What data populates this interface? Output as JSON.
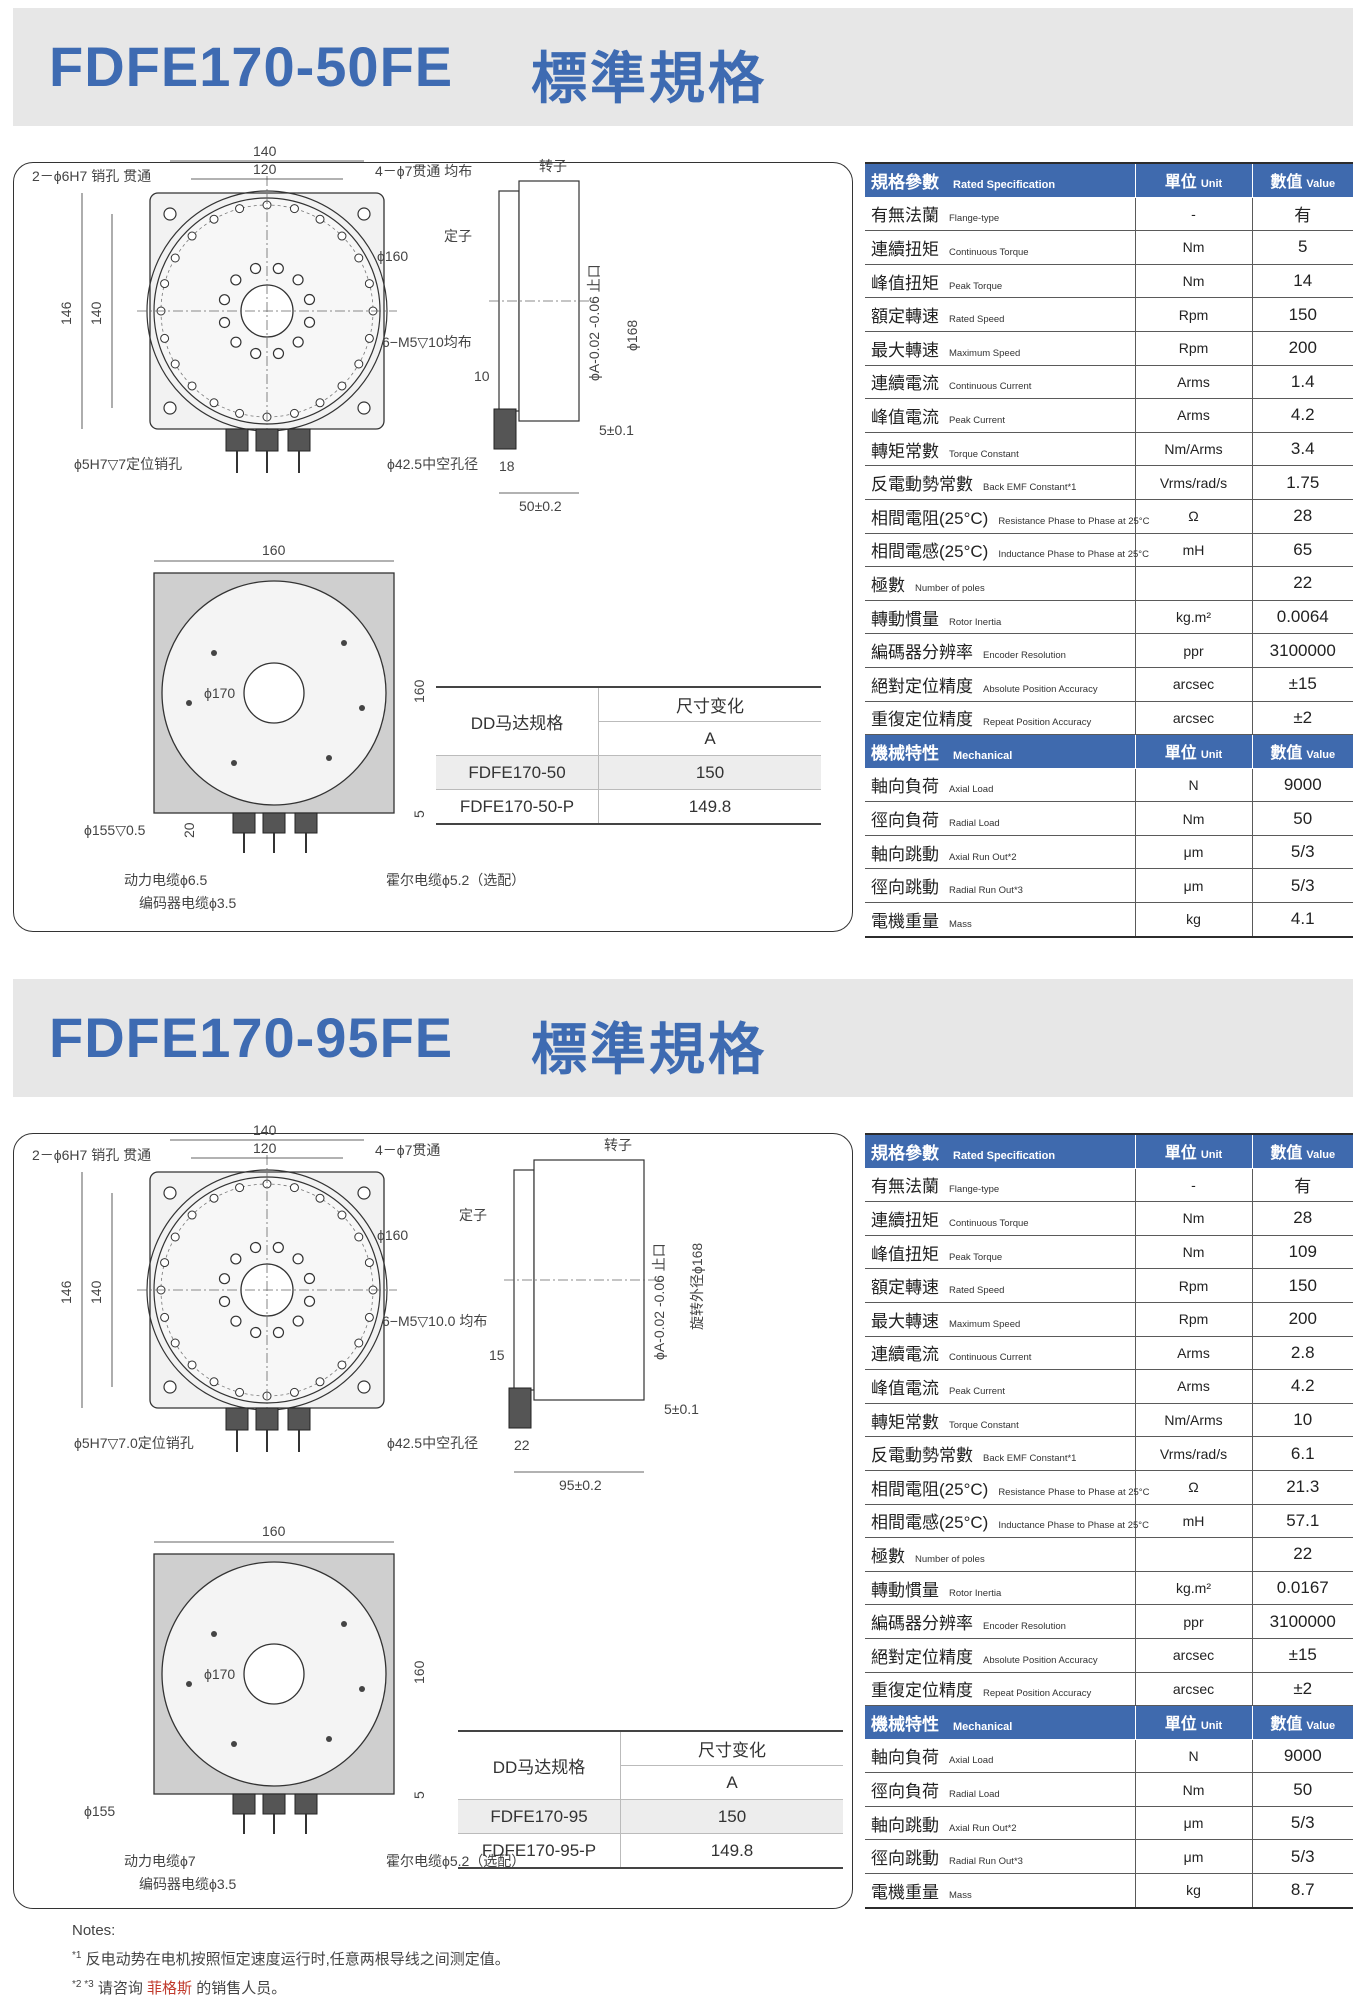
{
  "sections": [
    {
      "model": "FDFE170-50FE",
      "std_title": "標準規格",
      "drawing": {
        "w140": "140",
        "w120": "120",
        "h146": "146",
        "h140": "140",
        "pin": "2－ϕ6H7 销孔 贯通",
        "thru": "4－ϕ7贯通 均布",
        "rotor": "转子",
        "stator": "定子",
        "d160": "ϕ160",
        "d168": "ϕ168",
        "tol": "ϕA-0.02 -0.06 止口",
        "m5": "6−M5▽10均布",
        "ten": "10",
        "pin5": "ϕ5H7▽7定位销孔",
        "hole": "ϕ42.5中空孔径",
        "five": "5±0.1",
        "eighteen": "18",
        "len": "50±0.2",
        "w160": "160",
        "d170": "ϕ170",
        "h160": "160",
        "d155": "ϕ155▽0.5",
        "twenty": "20",
        "fivebot": "5",
        "power": "动力电缆ϕ6.5",
        "encoder": "编码器电缆ϕ3.5",
        "hall": "霍尔电缆ϕ5.2（选配）"
      },
      "dim_table": {
        "col_label": "DD马达规格",
        "col_head": "尺寸变化",
        "col_sub": "A",
        "rows": [
          {
            "name": "FDFE170-50",
            "a": "150"
          },
          {
            "name": "FDFE170-50-P",
            "a": "149.8"
          }
        ]
      },
      "spec_header": {
        "zh": "規格參數",
        "en": "Rated Specification",
        "unit": "單位",
        "unit_en": "Unit",
        "value": "數值",
        "value_en": "Value"
      },
      "spec_rows": [
        {
          "zh": "有無法蘭",
          "en": "Flange-type",
          "unit": "-",
          "value": "有"
        },
        {
          "zh": "連續扭矩",
          "en": "Continuous Torque",
          "unit": "Nm",
          "value": "5"
        },
        {
          "zh": "峰值扭矩",
          "en": "Peak Torque",
          "unit": "Nm",
          "value": "14"
        },
        {
          "zh": "額定轉速",
          "en": "Rated Speed",
          "unit": "Rpm",
          "value": "150"
        },
        {
          "zh": "最大轉速",
          "en": "Maximum Speed",
          "unit": "Rpm",
          "value": "200"
        },
        {
          "zh": "連續電流",
          "en": "Continuous Current",
          "unit": "Arms",
          "value": "1.4"
        },
        {
          "zh": "峰值電流",
          "en": "Peak Current",
          "unit": "Arms",
          "value": "4.2"
        },
        {
          "zh": "轉矩常數",
          "en": "Torque Constant",
          "unit": "Nm/Arms",
          "value": "3.4"
        },
        {
          "zh": "反電動勢常數",
          "en": "Back EMF Constant*1",
          "unit": "Vrms/rad/s",
          "value": "1.75"
        },
        {
          "zh": "相間電阻(25°C)",
          "en": "Resistance Phase to Phase at 25°C",
          "unit": "Ω",
          "value": "28"
        },
        {
          "zh": "相間電感(25°C)",
          "en": "Inductance Phase to Phase at 25°C",
          "unit": "mH",
          "value": "65"
        },
        {
          "zh": "極數",
          "en": "Number of poles",
          "unit": "",
          "value": "22"
        },
        {
          "zh": "轉動慣量",
          "en": "Rotor Inertia",
          "unit": "kg.m²",
          "value": "0.0064"
        },
        {
          "zh": "編碼器分辨率",
          "en": "Encoder Resolution",
          "unit": "ppr",
          "value": "3100000"
        },
        {
          "zh": "絕對定位精度",
          "en": "Absolute Position Accuracy",
          "unit": "arcsec",
          "value": "±15"
        },
        {
          "zh": "重復定位精度",
          "en": "Repeat Position Accuracy",
          "unit": "arcsec",
          "value": "±2"
        }
      ],
      "mech_header": {
        "zh": "機械特性",
        "en": "Mechanical",
        "unit": "單位",
        "unit_en": "Unit",
        "value": "數值",
        "value_en": "Value"
      },
      "mech_rows": [
        {
          "zh": "軸向負荷",
          "en": "Axial Load",
          "unit": "N",
          "value": "9000"
        },
        {
          "zh": "徑向負荷",
          "en": "Radial Load",
          "unit": "Nm",
          "value": "50"
        },
        {
          "zh": "軸向跳動",
          "en": "Axial Run Out*2",
          "unit": "μm",
          "value": "5/3"
        },
        {
          "zh": "徑向跳動",
          "en": "Radial Run Out*3",
          "unit": "μm",
          "value": "5/3"
        },
        {
          "zh": "電機重量",
          "en": "Mass",
          "unit": "kg",
          "value": "4.1"
        }
      ]
    },
    {
      "model": "FDFE170-95FE",
      "std_title": "標準規格",
      "drawing": {
        "w140": "140",
        "w120": "120",
        "h146": "146",
        "h140": "140",
        "pin": "2－ϕ6H7 销孔 贯通",
        "thru": "4－ϕ7贯通",
        "rotor": "转子",
        "stator": "定子",
        "d160": "ϕ160",
        "d168": "旋转外径ϕ168",
        "tol": "ϕA-0.02 -0.06 止口",
        "m5": "6−M5▽10.0 均布",
        "ten": "15",
        "pin5": "ϕ5H7▽7.0定位销孔",
        "hole": "ϕ42.5中空孔径",
        "five": "5±0.1",
        "eighteen": "22",
        "len": "95±0.2",
        "w160": "160",
        "d170": "ϕ170",
        "h160": "160",
        "d155": "ϕ155",
        "twenty": "",
        "fivebot": "5",
        "power": "动力电缆ϕ7",
        "encoder": "编码器电缆ϕ3.5",
        "hall": "霍尔电缆ϕ5.2（选配）"
      },
      "dim_table": {
        "col_label": "DD马达规格",
        "col_head": "尺寸变化",
        "col_sub": "A",
        "rows": [
          {
            "name": "FDFE170-95",
            "a": "150"
          },
          {
            "name": "FDFE170-95-P",
            "a": "149.8"
          }
        ]
      },
      "spec_header": {
        "zh": "規格參數",
        "en": "Rated Specification",
        "unit": "單位",
        "unit_en": "Unit",
        "value": "數值",
        "value_en": "Value"
      },
      "spec_rows": [
        {
          "zh": "有無法蘭",
          "en": "Flange-type",
          "unit": "-",
          "value": "有"
        },
        {
          "zh": "連續扭矩",
          "en": "Continuous Torque",
          "unit": "Nm",
          "value": "28"
        },
        {
          "zh": "峰值扭矩",
          "en": "Peak Torque",
          "unit": "Nm",
          "value": "109"
        },
        {
          "zh": "額定轉速",
          "en": "Rated Speed",
          "unit": "Rpm",
          "value": "150"
        },
        {
          "zh": "最大轉速",
          "en": "Maximum Speed",
          "unit": "Rpm",
          "value": "200"
        },
        {
          "zh": "連續電流",
          "en": "Continuous Current",
          "unit": "Arms",
          "value": "2.8"
        },
        {
          "zh": "峰值電流",
          "en": "Peak Current",
          "unit": "Arms",
          "value": "4.2"
        },
        {
          "zh": "轉矩常數",
          "en": "Torque Constant",
          "unit": "Nm/Arms",
          "value": "10"
        },
        {
          "zh": "反電動勢常數",
          "en": "Back EMF Constant*1",
          "unit": "Vrms/rad/s",
          "value": "6.1"
        },
        {
          "zh": "相間電阻(25°C)",
          "en": "Resistance Phase to Phase at 25°C",
          "unit": "Ω",
          "value": "21.3"
        },
        {
          "zh": "相間電感(25°C)",
          "en": "Inductance Phase to Phase at 25°C",
          "unit": "mH",
          "value": "57.1"
        },
        {
          "zh": "極數",
          "en": "Number of poles",
          "unit": "",
          "value": "22"
        },
        {
          "zh": "轉動慣量",
          "en": "Rotor Inertia",
          "unit": "kg.m²",
          "value": "0.0167"
        },
        {
          "zh": "編碼器分辨率",
          "en": "Encoder Resolution",
          "unit": "ppr",
          "value": "3100000"
        },
        {
          "zh": "絕對定位精度",
          "en": "Absolute Position Accuracy",
          "unit": "arcsec",
          "value": "±15"
        },
        {
          "zh": "重復定位精度",
          "en": "Repeat Position Accuracy",
          "unit": "arcsec",
          "value": "±2"
        }
      ],
      "mech_header": {
        "zh": "機械特性",
        "en": "Mechanical",
        "unit": "單位",
        "unit_en": "Unit",
        "value": "數值",
        "value_en": "Value"
      },
      "mech_rows": [
        {
          "zh": "軸向負荷",
          "en": "Axial Load",
          "unit": "N",
          "value": "9000"
        },
        {
          "zh": "徑向負荷",
          "en": "Radial Load",
          "unit": "Nm",
          "value": "50"
        },
        {
          "zh": "軸向跳動",
          "en": "Axial Run Out*2",
          "unit": "μm",
          "value": "5/3"
        },
        {
          "zh": "徑向跳動",
          "en": "Radial Run Out*3",
          "unit": "μm",
          "value": "5/3"
        },
        {
          "zh": "電機重量",
          "en": "Mass",
          "unit": "kg",
          "value": "8.7"
        }
      ]
    }
  ],
  "notes": {
    "title": "Notes:",
    "n1_mark": "*1",
    "n1": "反电动势在电机按照恒定速度运行时,任意两根导线之间测定值。",
    "n2_mark": "*2 *3",
    "n2_pre": "请咨询",
    "brand": "菲格斯",
    "n2_post": "的销售人员。"
  }
}
